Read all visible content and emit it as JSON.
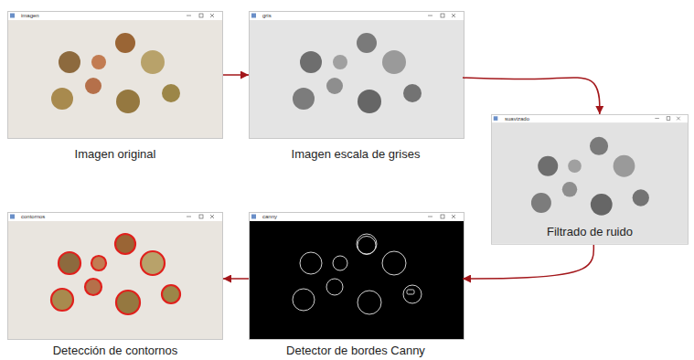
{
  "diagram": {
    "nodes": [
      {
        "text": [
          "imagen",
          "Imagen original"
        ]
      },
      {
        "text": [
          "gris",
          "Imagen escala de grises"
        ]
      },
      {
        "text": [
          "suavizado",
          "Filtrado de ruido"
        ]
      },
      {
        "text": [
          "contornos",
          "Detección de contornos"
        ]
      },
      {
        "text": [
          "canny",
          "Detector de bordes Canny"
        ]
      }
    ],
    "edges": [
      {
        "from": 0,
        "to": 1,
        "arrow": "to"
      },
      {
        "from": 1,
        "to": 2,
        "arrow": "to"
      },
      {
        "from": 2,
        "to": 4,
        "arrow": "to"
      },
      {
        "from": 4,
        "to": 3,
        "arrow": "to"
      }
    ]
  }
}
